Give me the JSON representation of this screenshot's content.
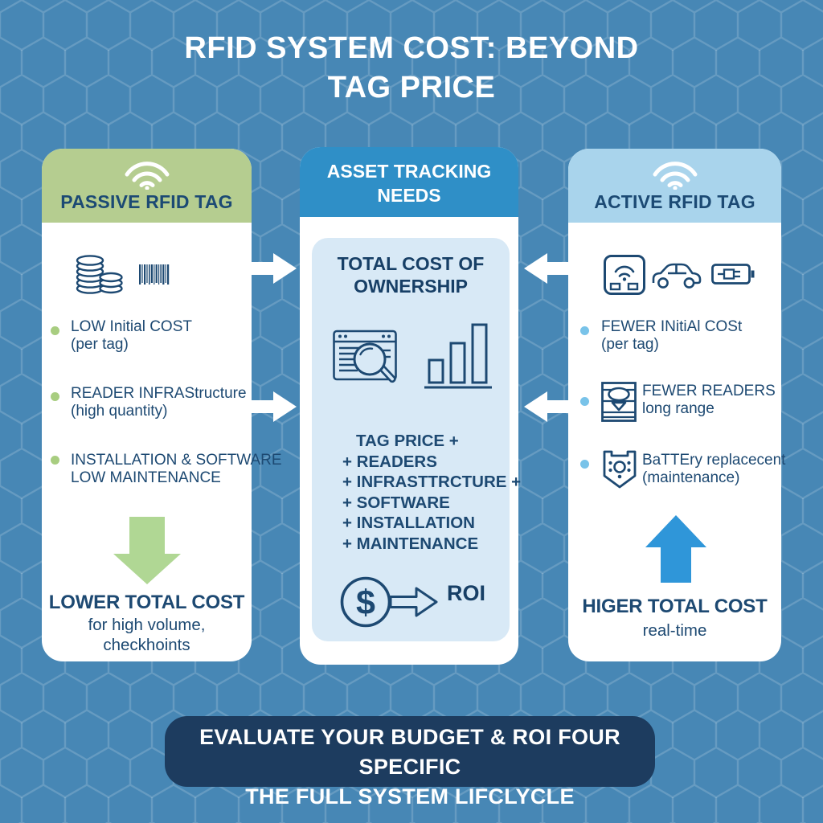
{
  "title": {
    "line1": "RFID SYSTEM COST: BEYOND",
    "line2": "TAG PRICE"
  },
  "colors": {
    "background": "#4787b5",
    "hex_lines": "#ffffff",
    "passive_header": "#b5cd90",
    "needs_header": "#2f8fc7",
    "active_header": "#a9d4ec",
    "panel": "#d8e9f6",
    "navy_text": "#1d4972",
    "banner": "#1d3c5f",
    "green_arrow": "#b0d794",
    "blue_arrow": "#2f96d9",
    "green_bullet": "#a8cd80",
    "blue_bullet": "#79c3e9",
    "card": "#ffffff"
  },
  "left_card": {
    "header": "PASSIVE RFID TAG",
    "icons": [
      "wifi-icon",
      "coins-icon",
      "barcode-icon",
      "down-arrow-icon"
    ],
    "bullets": [
      {
        "line1": "LOW Initial COST",
        "line2": "(per tag)"
      },
      {
        "line1": "READER INFRAStructure",
        "line2": "(high quantity)"
      },
      {
        "line1": "INSTALLATION & SOFTWARE",
        "line2": "LOW MAINTENANCE"
      }
    ],
    "footer_title": "LOWER TOTAL COST",
    "footer_line1": "for high volume,",
    "footer_line2": "checkhoints"
  },
  "middle_card": {
    "header_line1": "ASSET TRACKING",
    "header_line2": "NEEDS",
    "panel_title_line1": "TOTAL COST OF",
    "panel_title_line2": "OWNERSHIP",
    "icons": [
      "browser-search-icon",
      "bar-chart-icon",
      "dollar-roi-arrow-icon"
    ],
    "cost_items": [
      "TAG PRICE +",
      "+ READERS",
      "+ INFRASTTRCTURE +",
      "+ SOFTWARE",
      "+ INSTALLATION",
      "+ MAINTENANCE"
    ],
    "dollar_symbol": "$",
    "roi_label": "ROI"
  },
  "right_card": {
    "header": "ACTIVE RFID TAG",
    "icons": [
      "wifi-icon",
      "rfid-tag-icon",
      "car-icon",
      "battery-icon",
      "reader-icon",
      "battery-replace-icon",
      "up-arrow-icon"
    ],
    "bullets": [
      {
        "line1": "FEWER INitiAl COSt",
        "line2": "(per tag)"
      },
      {
        "line1": "FEWER READERS",
        "line2": "long range"
      },
      {
        "line1": "BaTTEry replacecent",
        "line2": "(maintenance)"
      }
    ],
    "footer_title": "HIGER TOTAL COST",
    "footer_line1": "real-time"
  },
  "banner": {
    "line1": "EVALUATE YOUR BUDGET & ROI FOUR SPECIFIC",
    "line2": "THE FULL SYSTEM LIFCLYCLE"
  }
}
